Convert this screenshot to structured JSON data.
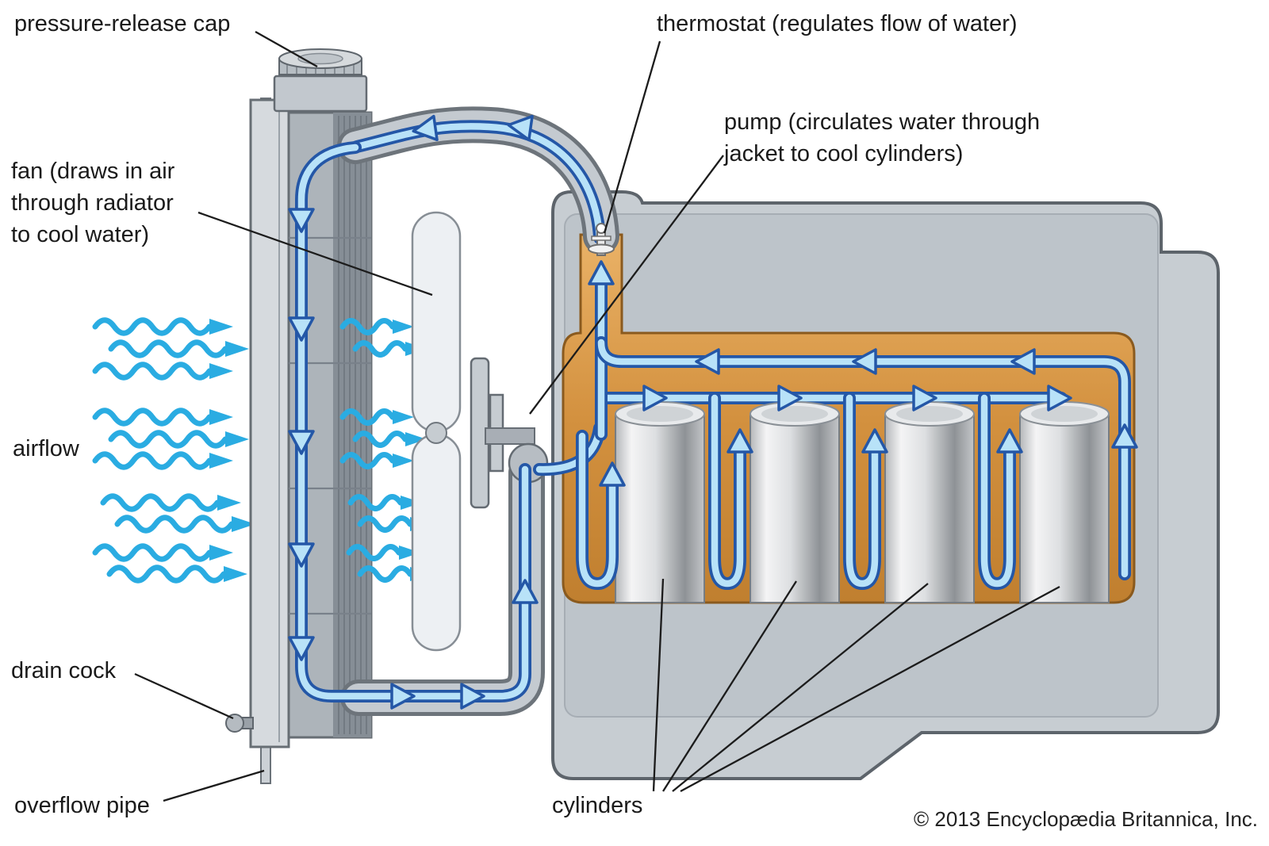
{
  "title": "engine cooling system diagram",
  "labels": {
    "pressure_release_cap": "pressure-release cap",
    "thermostat": "thermostat (regulates flow of water)",
    "pump": "pump (circulates water through\njacket to cool cylinders)",
    "fan": "fan (draws in air\nthrough radiator\nto cool water)",
    "airflow": "airflow",
    "drain_cock": "drain cock",
    "overflow_pipe": "overflow pipe",
    "cylinders": "cylinders",
    "copyright": "© 2013 Encyclopædia Britannica, Inc."
  },
  "colors": {
    "water_flow_fill": "#b8e2f8",
    "water_flow_outline": "#2457a7",
    "airflow_arrows": "#2aace2",
    "water_jacket": "#d3913f",
    "engine_body": "#c7cdd2",
    "radiator_body": "#adb4ba",
    "background": "#ffffff",
    "label_text": "#1a1a1a"
  },
  "counts": {
    "cylinders": 4
  }
}
